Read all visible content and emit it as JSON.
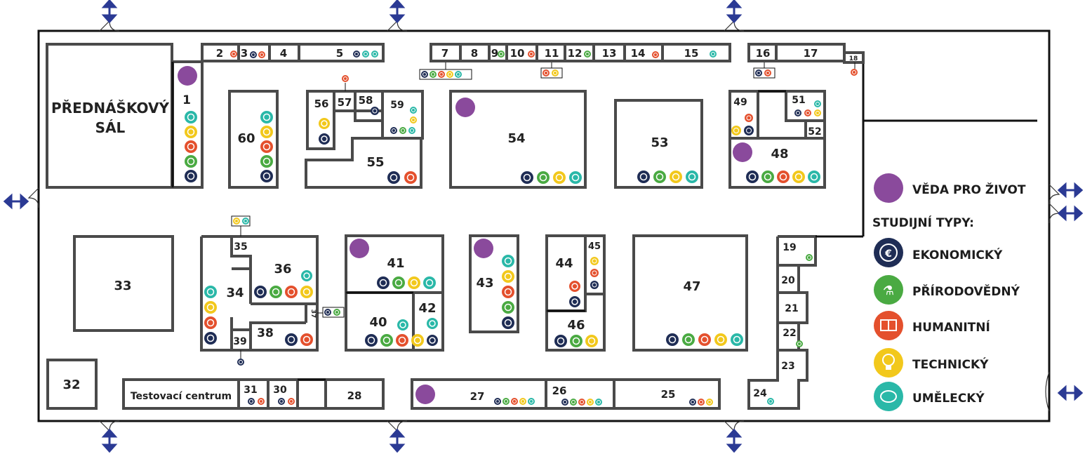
{
  "rooms": {
    "r1": "1",
    "r2": "2",
    "r3": "3",
    "r4": "4",
    "r5": "5",
    "r7": "7",
    "r8": "8",
    "r9": "9",
    "r10": "10",
    "r11": "11",
    "r12": "12",
    "r13": "13",
    "r14": "14",
    "r15": "15",
    "r16": "16",
    "r17": "17",
    "r18": "18",
    "r19": "19",
    "r20": "20",
    "r21": "21",
    "r22": "22",
    "r23": "23",
    "r24": "24",
    "r25": "25",
    "r26": "26",
    "r27": "27",
    "r28": "28",
    "r30": "30",
    "r31": "31",
    "r32": "32",
    "r33": "33",
    "r34": "34",
    "r35": "35",
    "r36": "36",
    "r37": "37",
    "r38": "38",
    "r39": "39",
    "r40": "40",
    "r41": "41",
    "r42": "42",
    "r43": "43",
    "r44": "44",
    "r45": "45",
    "r46": "46",
    "r47": "47",
    "r48": "48",
    "r49": "49",
    "r51": "51",
    "r52": "52",
    "r53": "53",
    "r54": "54",
    "r55": "55",
    "r56": "56",
    "r57": "57",
    "r58": "58",
    "r59": "59",
    "r60": "60"
  },
  "labels": {
    "hall_line1": "PŘEDNÁŠKOVÝ",
    "hall_line2": "SÁL",
    "testing_center": "Testovací centrum"
  },
  "legend": {
    "veda": "VĚDA PRO ŽIVOT",
    "title": "STUDIJNÍ TYPY:",
    "ekonomicky": "EKONOMICKÝ",
    "prirodovedny": "PŘÍRODOVĚDNÝ",
    "humanitni": "HUMANITNÍ",
    "technicky": "TECHNICKÝ",
    "umelecky": "UMĚLECKÝ"
  },
  "colors": {
    "veda": "#8a4a9c",
    "ekonomicky": "#1f2d55",
    "prirodovedny": "#4aaa42",
    "humanitni": "#e4502d",
    "technicky": "#f2c81c",
    "umelecky": "#2ab8a8",
    "arrow": "#2b3a94",
    "wall": "#4a4a4a"
  }
}
